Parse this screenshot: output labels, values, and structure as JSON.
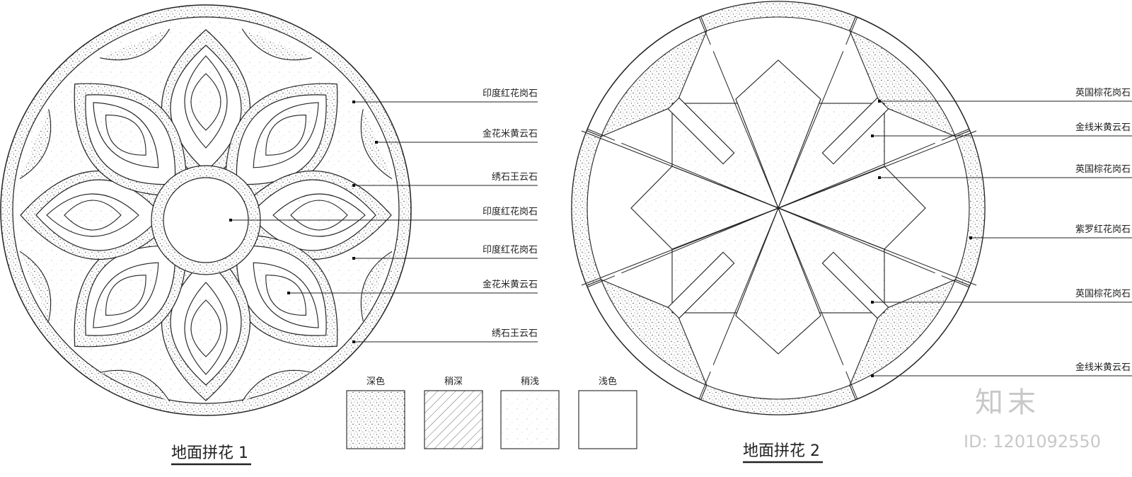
{
  "diagram1": {
    "title": "地面拼花 1",
    "labels": [
      "印度红花岗石",
      "金花米黄云石",
      "绣石王云石",
      "印度红花岗石",
      "印度红花岗石",
      "金花米黄云石",
      "绣石王云石"
    ]
  },
  "diagram2": {
    "title": "地面拼花 2",
    "labels": [
      "英国棕花岗石",
      "金线米黄云石",
      "英国棕花岗石",
      "紫罗红花岗石",
      "英国棕花岗石",
      "金线米黄云石"
    ]
  },
  "legend": {
    "items": [
      {
        "label": "深色",
        "pattern": "dense-speckle"
      },
      {
        "label": "稍深",
        "pattern": "diagonal-hatch"
      },
      {
        "label": "稍浅",
        "pattern": "light-speckle"
      },
      {
        "label": "浅色",
        "pattern": "blank"
      }
    ]
  },
  "watermark": {
    "logo": "知末",
    "id_text": "ID: 1201092550"
  },
  "colors": {
    "line": "#222222",
    "watermark": "#c8c8c8"
  }
}
